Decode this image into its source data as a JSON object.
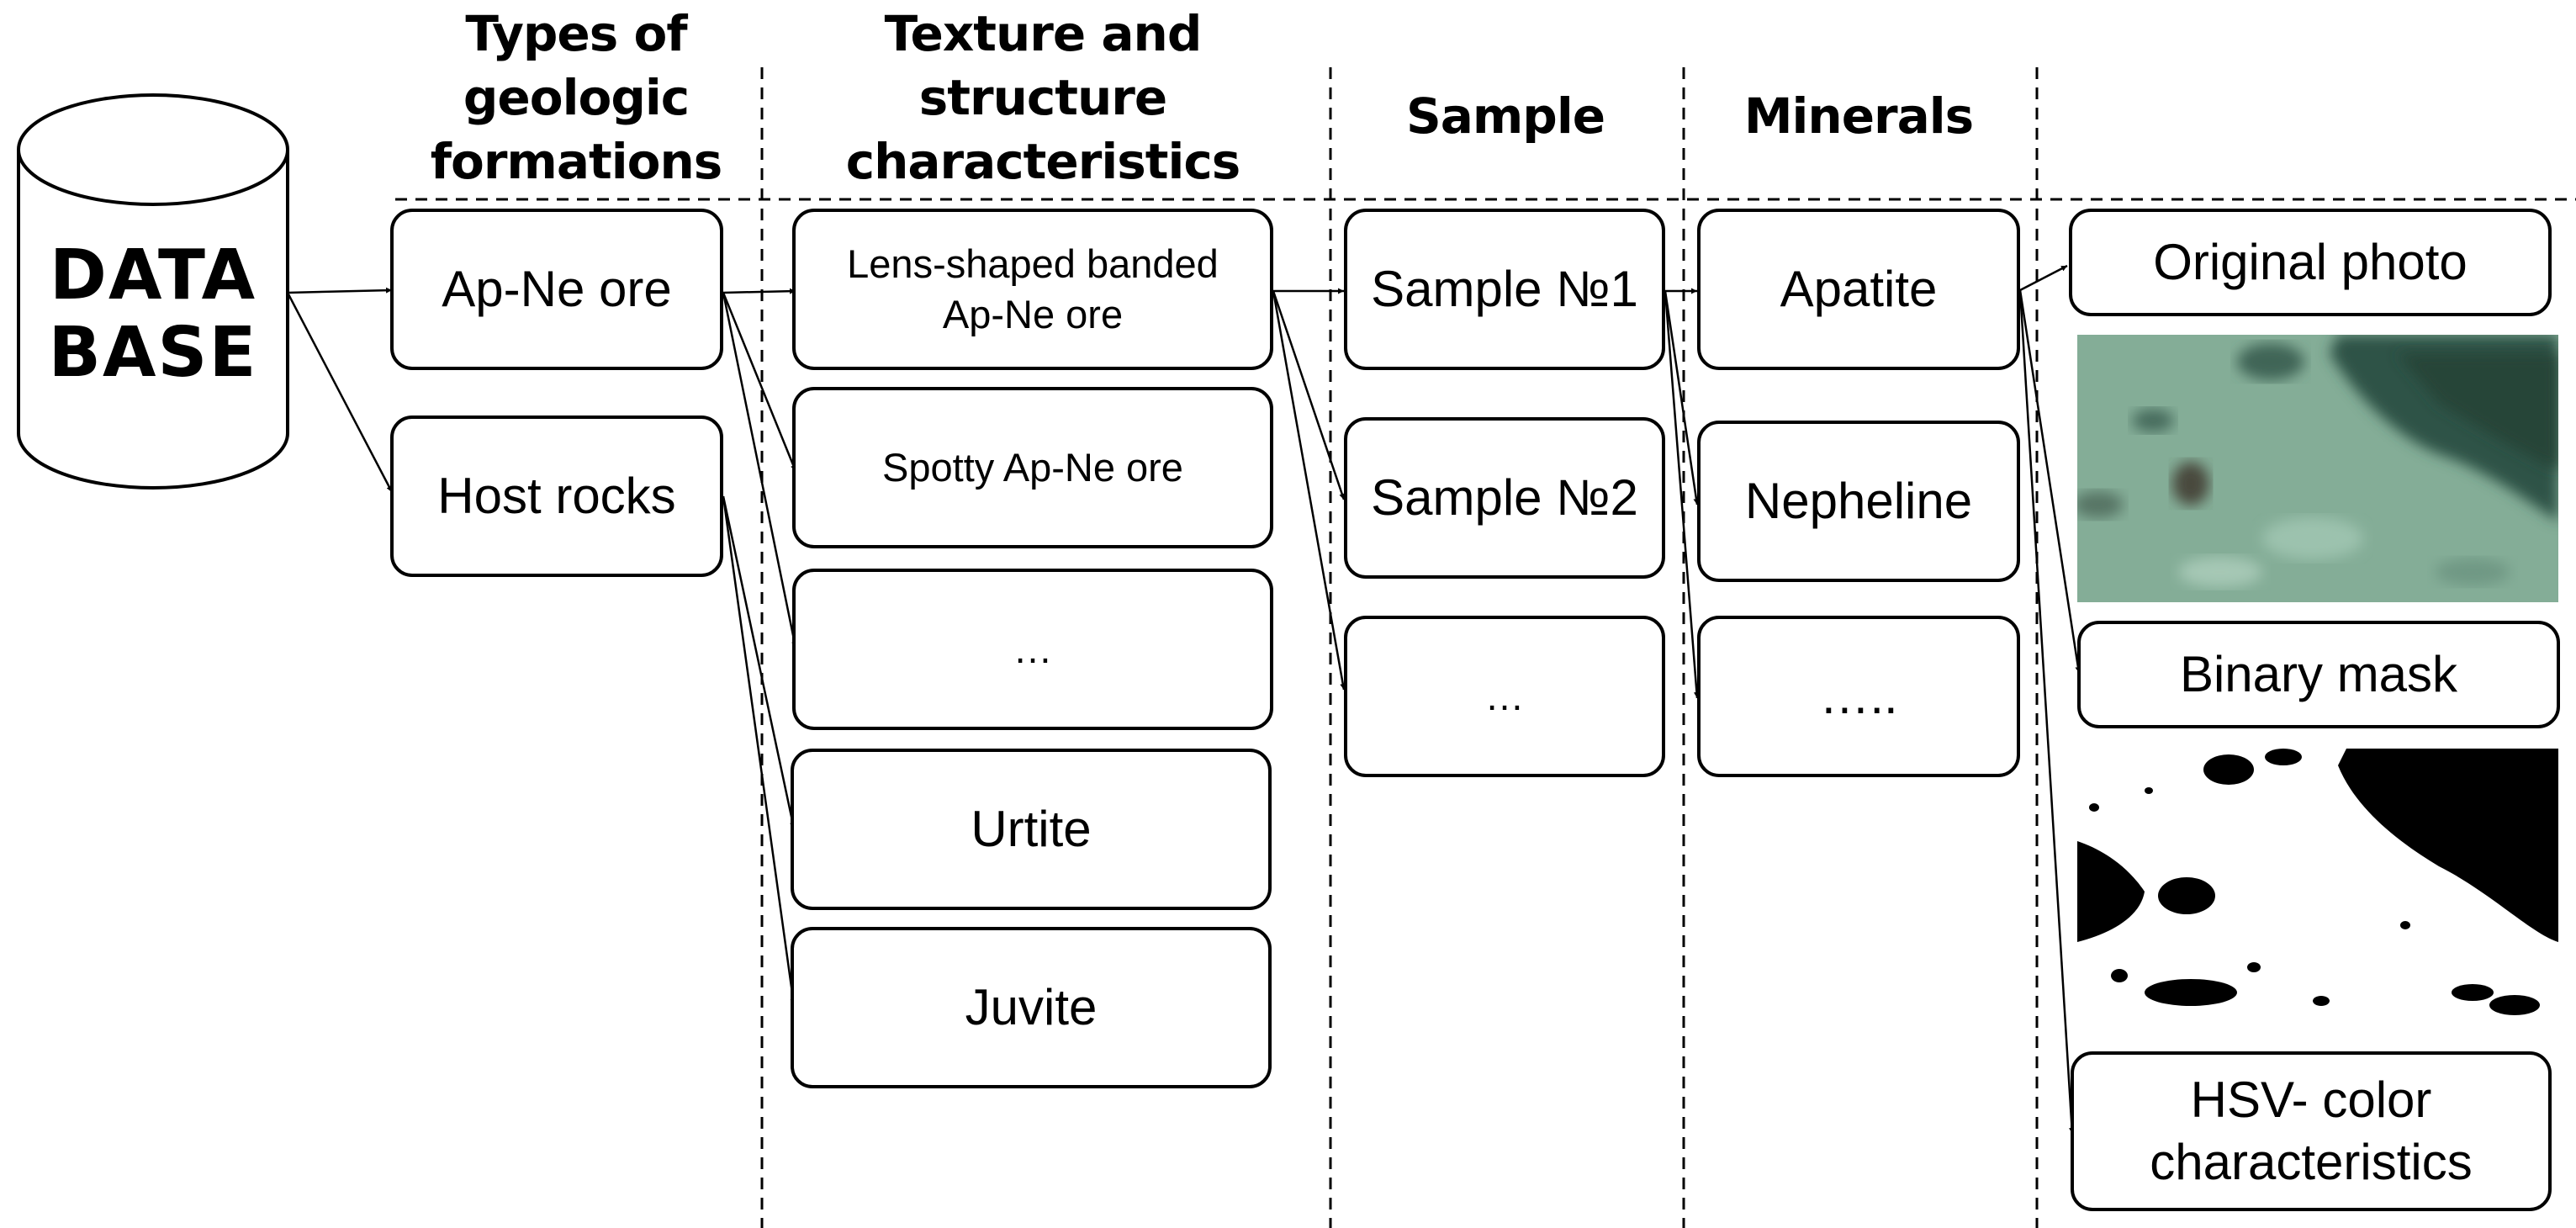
{
  "database": {
    "line1": "DATA",
    "line2": "BASE"
  },
  "headers": {
    "formations": [
      "Types of",
      "geologic",
      "formations"
    ],
    "texture": [
      "Texture and",
      "structure",
      "characteristics"
    ],
    "sample": "Sample",
    "minerals": "Minerals"
  },
  "formations": [
    "Ap-Ne ore",
    "Host rocks"
  ],
  "textures": [
    "Lens-shaped banded",
    "Ap-Ne ore",
    "Spotty Ap-Ne ore",
    "…",
    "Urtite",
    "Juvite"
  ],
  "samples": [
    "Sample №1",
    "Sample №2",
    "…"
  ],
  "minerals": [
    "Apatite",
    "Nepheline",
    "….."
  ],
  "outputs": {
    "original_photo": "Original photo",
    "binary_mask": "Binary mask",
    "hsv_line1": "HSV- color",
    "hsv_line2": "characteristics"
  },
  "colors": {
    "photo_base": "#7fa892",
    "photo_dark": "#2f5246",
    "mask_black": "#000000",
    "mask_white": "#ffffff"
  }
}
